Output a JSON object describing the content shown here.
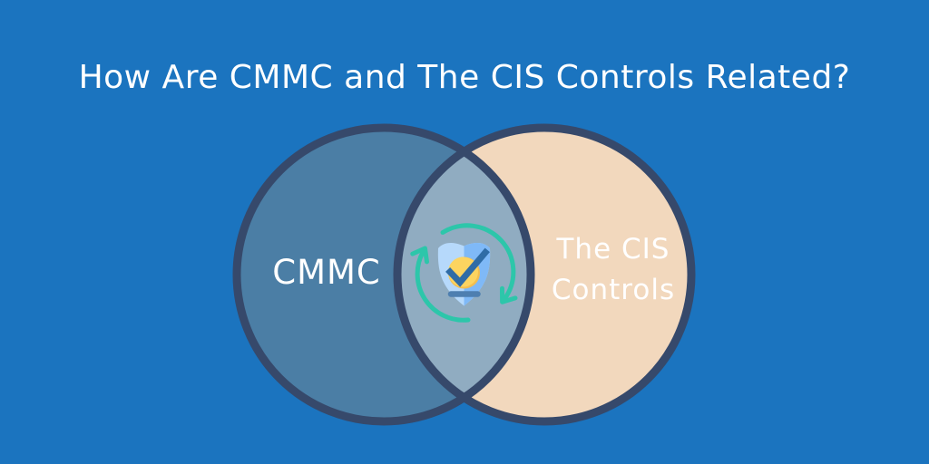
{
  "background_color": "#1B74BF",
  "header": {
    "title": "How Are CMMC and The CIS Controls Related?",
    "color": "#FFFFFF"
  },
  "venn": {
    "border_color": "#36496B",
    "left_circle": {
      "label": "CMMC",
      "fill": "#4B7EA5"
    },
    "right_circle": {
      "label_line1": "The CIS",
      "label_line2": "Controls",
      "fill": "#F2D8BD"
    },
    "overlap": {
      "fill": "#90ACC1"
    },
    "label_color": "#FFFFFF"
  },
  "center_icon": {
    "name": "shield-check-with-sync-arrows",
    "shield_left_fill": "#B6D9FB",
    "shield_right_fill": "#7FB9F7",
    "badge_fill": "#FCD460",
    "badge_shade": "#F3BE4E",
    "check_color": "#2F6CA6",
    "dash_color": "#4E7FB0",
    "arrows_color": "#2DC6AA"
  }
}
